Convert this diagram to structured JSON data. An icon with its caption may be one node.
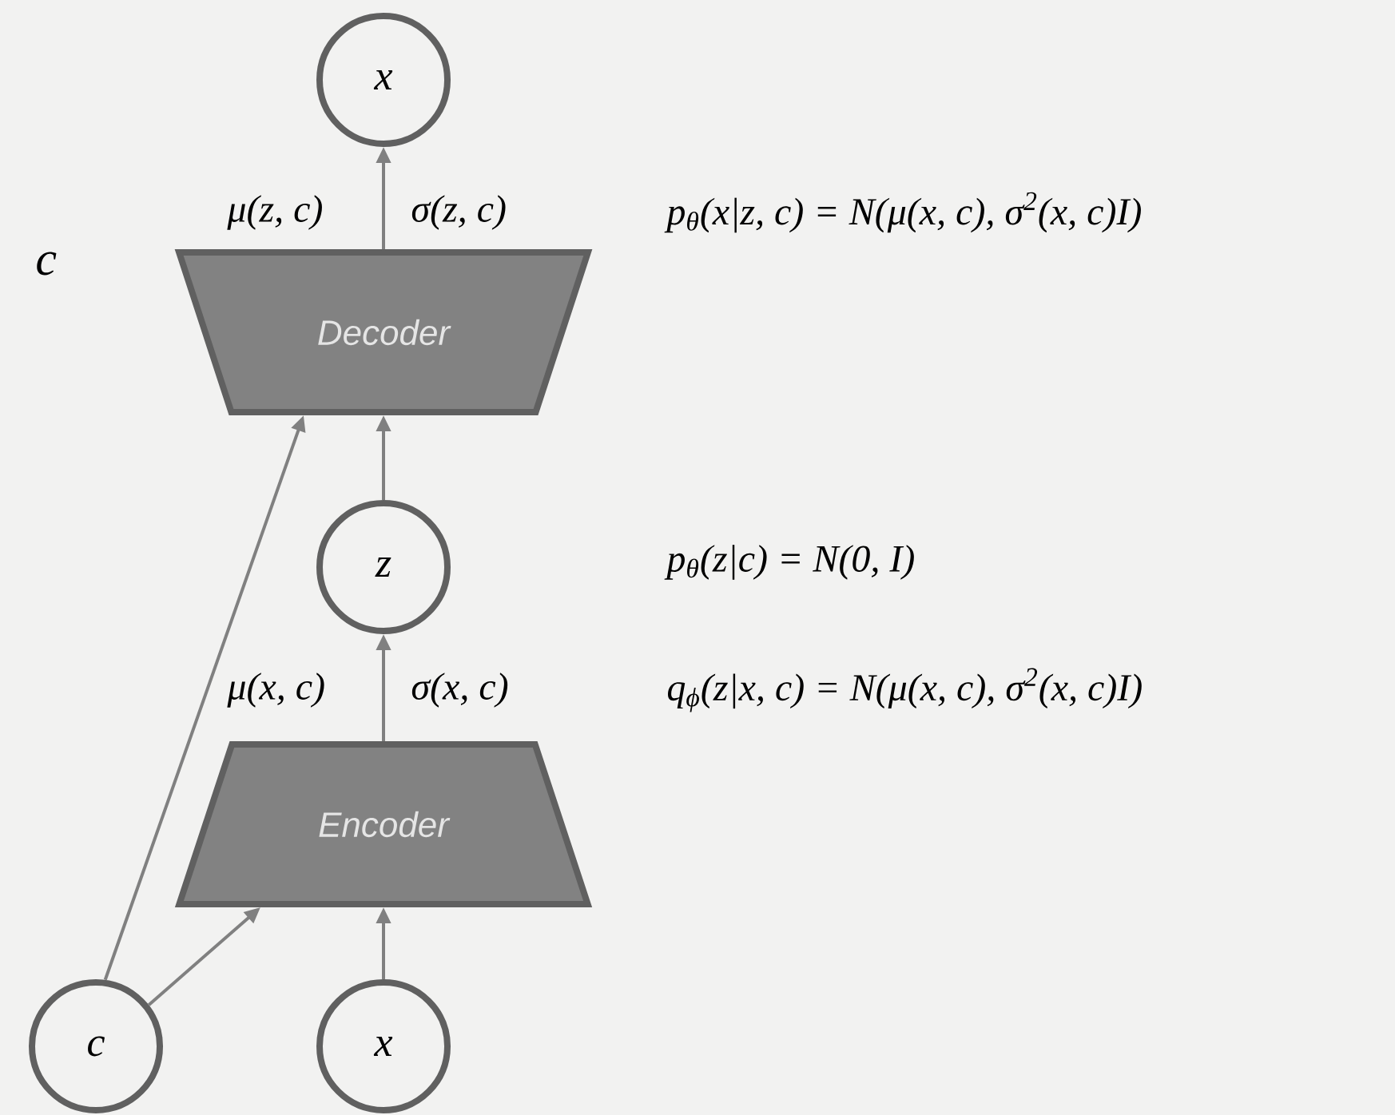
{
  "diagram": {
    "nodes": [
      {
        "text": [
          "x"
        ]
      },
      {
        "text": [
          "Decoder"
        ]
      },
      {
        "text": [
          "z"
        ]
      },
      {
        "text": [
          "Encoder"
        ]
      },
      {
        "text": [
          "c"
        ]
      },
      {
        "text": [
          "x"
        ]
      }
    ],
    "edges": [
      {
        "from": 1,
        "to": 0,
        "arrow": "to"
      },
      {
        "from": 2,
        "to": 1,
        "arrow": "to"
      },
      {
        "from": 4,
        "to": 1,
        "arrow": "to"
      },
      {
        "from": 3,
        "to": 2,
        "arrow": "to"
      },
      {
        "from": 4,
        "to": 3,
        "arrow": "to"
      },
      {
        "from": 5,
        "to": 3,
        "arrow": "to"
      }
    ],
    "labels": [
      "c",
      "μ(z, c)",
      "σ(z, c)",
      "p$_{θ}$(x|z, c) = N(μ(x, c), σ$^{2}$(x, c)I)",
      "p$_{θ}$(z|c) = N(0, I)",
      "μ(x, c)",
      "σ(x, c)",
      "q$_{ϕ}$(z|x, c) = N(μ(x, c), σ$^{2}$(x, c)I)"
    ]
  }
}
